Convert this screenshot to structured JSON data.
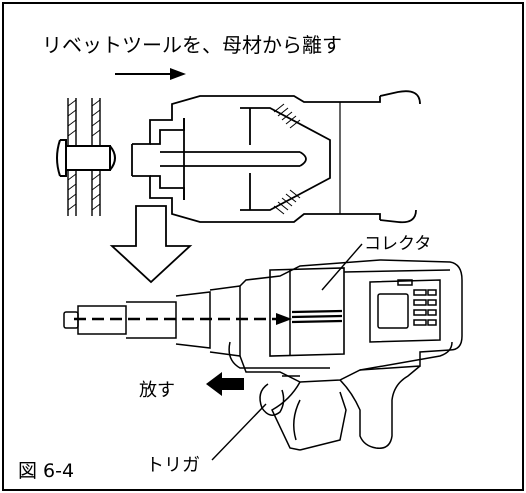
{
  "instruction": "リベットツールを、母材から離す",
  "labels": {
    "collector": "コレクタ",
    "release": "放す",
    "trigger": "トリガ"
  },
  "figure_number": "図 6-4",
  "colors": {
    "line": "#000000",
    "gray": "#555555",
    "background": "#ffffff"
  }
}
